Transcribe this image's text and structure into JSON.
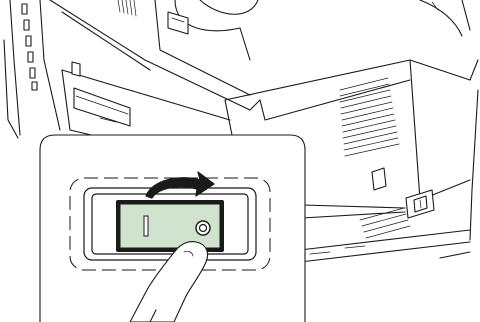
{
  "figure": {
    "subject": "printer-main-power-switch",
    "switch_state": "on",
    "arrow_direction": "right",
    "colors": {
      "line": "#1a1a1a",
      "background": "#ffffff",
      "switch_rocker": "#cfe3cf",
      "hand_fill": "#ffffff"
    }
  }
}
